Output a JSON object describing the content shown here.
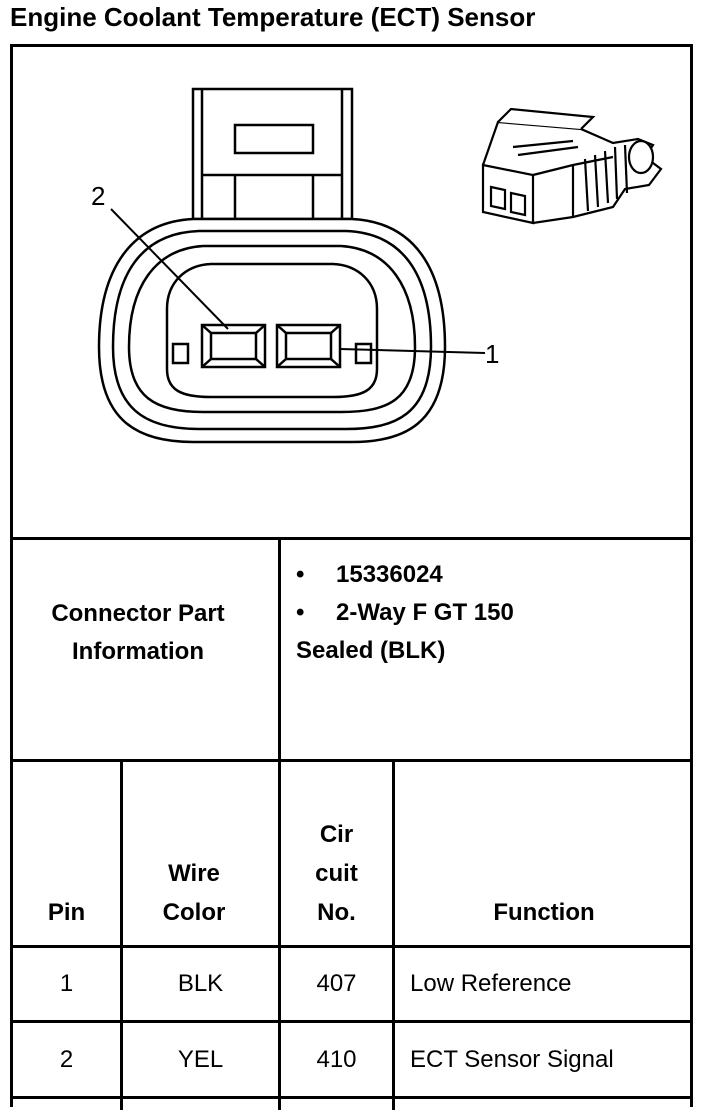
{
  "title": "Engine Coolant Temperature (ECT) Sensor",
  "diagram": {
    "pin_label_2": "2",
    "pin_label_1": "1"
  },
  "connector_info": {
    "label": "Connector Part Information",
    "part_number": "15336024",
    "description_line1": "2-Way F GT 150",
    "description_line2": "Sealed (BLK)"
  },
  "table": {
    "headers": {
      "pin": "Pin",
      "wire_color": "Wire Color",
      "circuit_no": [
        "Cir",
        "cuit",
        "No."
      ],
      "function": "Function"
    },
    "rows": [
      {
        "pin": "1",
        "wire_color": "BLK",
        "circuit": "407",
        "function": "Low Reference"
      },
      {
        "pin": "2",
        "wire_color": "YEL",
        "circuit": "410",
        "function": "ECT Sensor Signal"
      }
    ]
  }
}
